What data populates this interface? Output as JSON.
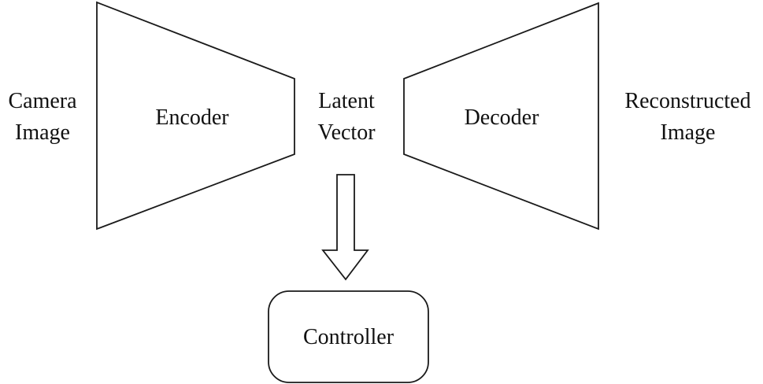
{
  "diagram": {
    "description": "Autoencoder block diagram: camera image encoded to latent vector, decoded to reconstructed image, latent vector fed to controller",
    "nodes": {
      "camera_image": {
        "label": "Camera Image",
        "shape": "text-only"
      },
      "encoder": {
        "label": "Encoder",
        "shape": "trapezoid-narrowing-right"
      },
      "latent_vector": {
        "label": "Latent Vector",
        "shape": "text-only"
      },
      "decoder": {
        "label": "Decoder",
        "shape": "trapezoid-widening-right"
      },
      "reconstructed_image": {
        "label": "Reconstructed Image",
        "shape": "text-only"
      },
      "controller": {
        "label": "Controller",
        "shape": "rounded-rectangle"
      }
    },
    "edges": [
      {
        "from": "latent_vector",
        "to": "controller",
        "type": "outlined-block-arrow",
        "direction": "down"
      }
    ],
    "colors": {
      "stroke": "#1a1a1a",
      "background": "#ffffff",
      "fill": "none"
    }
  }
}
